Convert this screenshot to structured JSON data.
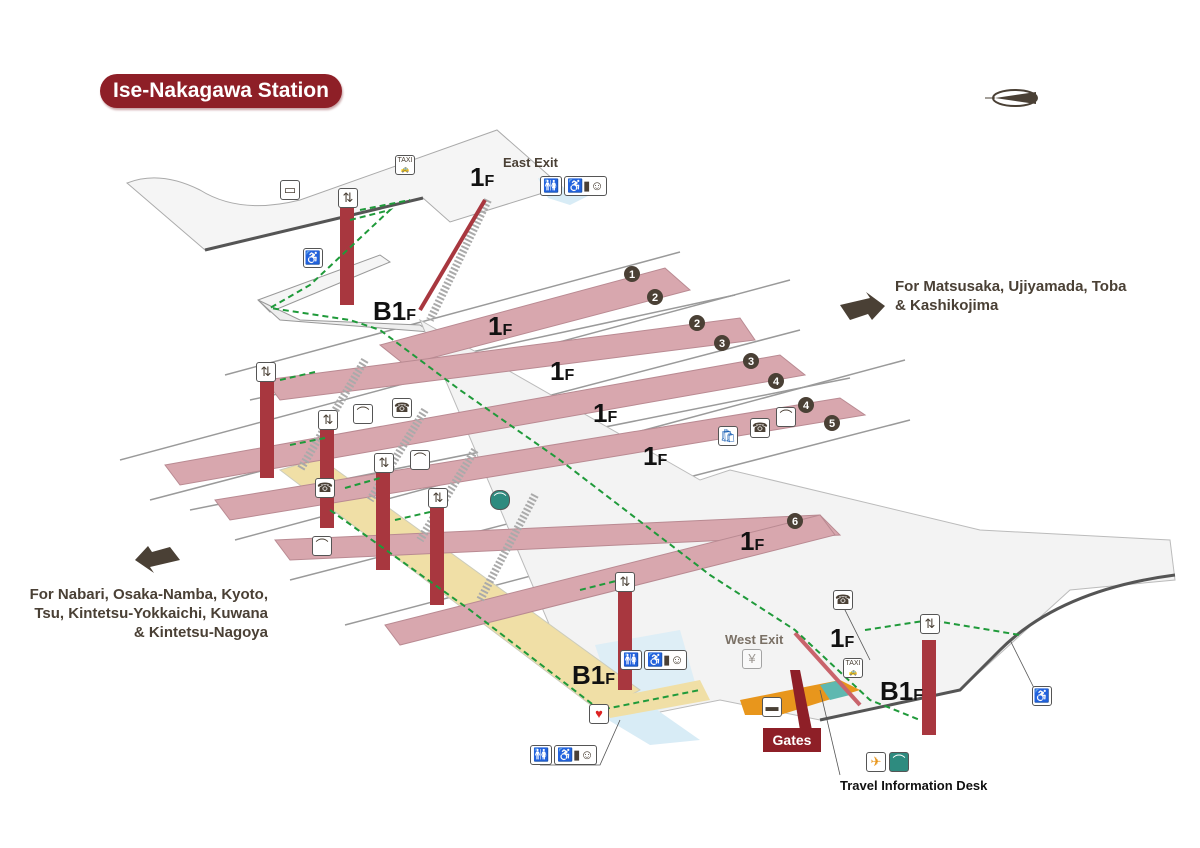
{
  "title": "Ise-Nakagawa Station",
  "exits": {
    "east": "East Exit",
    "west": "West Exit"
  },
  "floors": {
    "one": {
      "num": "1",
      "suffix": "F"
    },
    "b1": {
      "num": "B1",
      "suffix": "F"
    }
  },
  "directions": {
    "east": [
      "For Matsusaka, Ujiyamada, Toba",
      "& Kashikojima"
    ],
    "west": [
      "For Nabari, Osaka-Namba, Kyoto,",
      "Tsu, Kintetsu-Yokkaichi, Kuwana",
      "& Kintetsu-Nagoya"
    ]
  },
  "platform_numbers": [
    "1",
    "2",
    "2",
    "3",
    "3",
    "4",
    "4",
    "5",
    "6"
  ],
  "gates_label": "Gates",
  "travel_desk_label": "Travel Information Desk",
  "taxi_label": "TAXI",
  "colors": {
    "brand": "#8e1f27",
    "platform": "#d8a7ae",
    "corridor": "#f0dfa6",
    "route": "#1f9a3a",
    "elevator": "#a8373f"
  },
  "icons": [
    "bus-icon",
    "taxi-icon",
    "elevator-icon",
    "wheelchair-icon",
    "restroom-icon",
    "ostomate-icon",
    "baby-icon",
    "phone-icon",
    "locker-icon",
    "aed-icon",
    "ticket-machine-icon",
    "yen-icon",
    "compass-icon",
    "rest-area-icon"
  ]
}
